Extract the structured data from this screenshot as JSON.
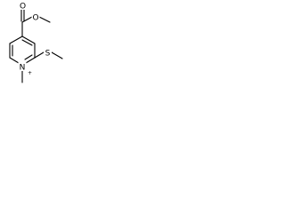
{
  "molecule": {
    "atoms": {
      "ester_carbonyl_oxygen": "O",
      "ester_ether_oxygen": "O",
      "sulfur": "S",
      "ring_nitrogen": "N",
      "nitrogen_charge": "+"
    }
  },
  "colors": {
    "bond": "#000000",
    "label": "#000000",
    "background": "#ffffff"
  }
}
